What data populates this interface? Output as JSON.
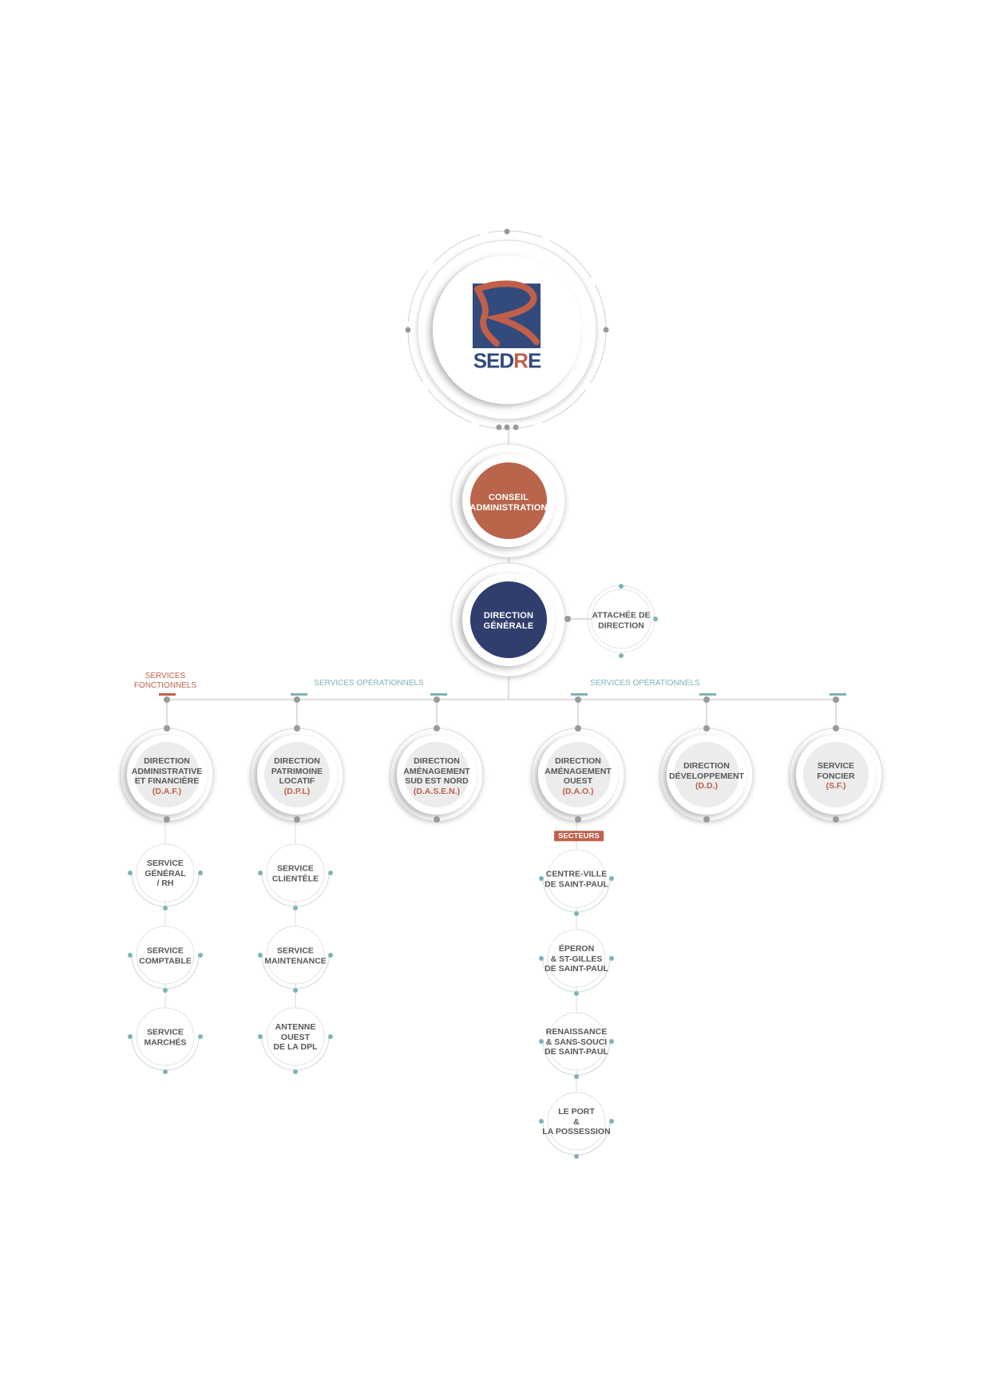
{
  "logo": {
    "text_main": "SED",
    "text_accent": "R",
    "text_end": "E"
  },
  "top_nodes": {
    "conseil": {
      "lines": [
        "CONSEIL",
        "ADMINISTRATION"
      ]
    },
    "dg": {
      "lines": [
        "DIRECTION",
        "GÉNÉRALE"
      ]
    },
    "attachee": {
      "lines": [
        "ATTACHÉE DE",
        "DIRECTION"
      ]
    }
  },
  "section_labels": {
    "fonctionnels": [
      "SERVICES",
      "FONCTIONNELS"
    ],
    "operationnels_left": "SERVICES OPÉRATIONNELS",
    "operationnels_right": "SERVICES OPÉRATIONNELS",
    "secteurs": "SECTEURS"
  },
  "directions": [
    {
      "lines": [
        "DIRECTION",
        "ADMINISTRATIVE",
        "ET FINANCIÈRE"
      ],
      "acronym": "(D.A.F.)"
    },
    {
      "lines": [
        "DIRECTION",
        "PATRIMOINE",
        "LOCATIF"
      ],
      "acronym": "(D.P.L)"
    },
    {
      "lines": [
        "DIRECTION",
        "AMÉNAGEMENT",
        "SUD EST NORD"
      ],
      "acronym": "(D.A.S.E.N.)"
    },
    {
      "lines": [
        "DIRECTION",
        "AMÉNAGEMENT",
        "OUEST"
      ],
      "acronym": "(D.A.O.)"
    },
    {
      "lines": [
        "DIRECTION",
        "DÉVELOPPEMENT"
      ],
      "acronym": "(D.D.)"
    },
    {
      "lines": [
        "SERVICE",
        "FONCIER"
      ],
      "acronym": "(S.F.)"
    }
  ],
  "services_daf": [
    {
      "lines": [
        "SERVICE",
        "GÉNÉRAL",
        "/ RH"
      ]
    },
    {
      "lines": [
        "SERVICE",
        "COMPTABLE"
      ]
    },
    {
      "lines": [
        "SERVICE",
        "MARCHÉS"
      ]
    }
  ],
  "services_dpl": [
    {
      "lines": [
        "SERVICE",
        "CLIENTÈLE"
      ]
    },
    {
      "lines": [
        "SERVICE",
        "MAINTENANCE"
      ]
    },
    {
      "lines": [
        "ANTENNE",
        "OUEST",
        "DE LA DPL"
      ]
    }
  ],
  "secteurs_dao": [
    {
      "lines": [
        "CENTRE-VILLE",
        "DE SAINT-PAUL"
      ]
    },
    {
      "lines": [
        "ÉPERON",
        "& ST-GILLES",
        "DE SAINT-PAUL"
      ]
    },
    {
      "lines": [
        "RENAISSANCE",
        "& SANS-SOUCI",
        "DE SAINT-PAUL"
      ]
    },
    {
      "lines": [
        "LE PORT",
        "&",
        "LA POSSESSION"
      ]
    }
  ],
  "colors": {
    "brand_navy": "#2f3e6c",
    "brand_terracotta": "#b8654c",
    "logo_blue": "#324a7c",
    "accent_red": "#c0604a",
    "teal": "#7fb3b6",
    "text_gray": "#55585c",
    "line_gray": "#b5b5b5"
  }
}
